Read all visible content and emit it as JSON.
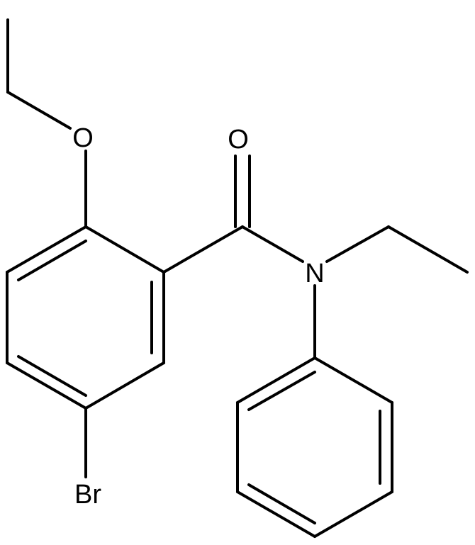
{
  "molecule": {
    "atoms": {
      "oxygen_ether": "O",
      "oxygen_carbonyl": "O",
      "nitrogen": "N",
      "bromine": "Br"
    }
  },
  "colors": {
    "bond": "#000000",
    "label": "#000000",
    "background": "#ffffff"
  }
}
